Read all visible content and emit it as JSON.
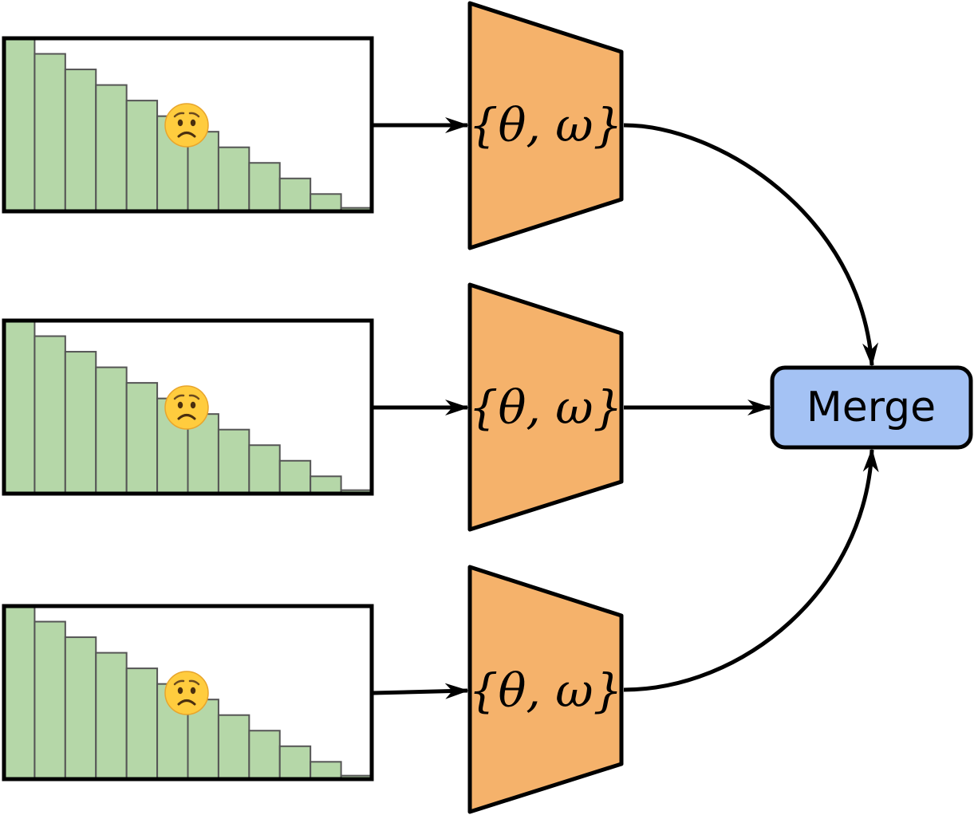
{
  "colors": {
    "bar_fill": "#b5d7a8",
    "bar_stroke": "#555555",
    "model_fill": "#f5b26b",
    "merge_fill": "#a4c2f4",
    "line": "#000000",
    "emoji_face": "#ffcc3e"
  },
  "histograms": [
    {
      "values": [
        1.0,
        0.91,
        0.82,
        0.73,
        0.64,
        0.55,
        0.46,
        0.37,
        0.28,
        0.19,
        0.1,
        0.02
      ],
      "icon": "worried-face-icon"
    },
    {
      "values": [
        1.0,
        0.91,
        0.82,
        0.73,
        0.64,
        0.55,
        0.46,
        0.37,
        0.28,
        0.19,
        0.1,
        0.02
      ],
      "icon": "worried-face-icon"
    },
    {
      "values": [
        1.0,
        0.91,
        0.82,
        0.73,
        0.64,
        0.55,
        0.46,
        0.37,
        0.28,
        0.19,
        0.1,
        0.02
      ],
      "icon": "worried-face-icon"
    }
  ],
  "models": [
    {
      "label": "{θ, ω}"
    },
    {
      "label": "{θ, ω}"
    },
    {
      "label": "{θ, ω}"
    }
  ],
  "merge": {
    "label": "Merge"
  }
}
